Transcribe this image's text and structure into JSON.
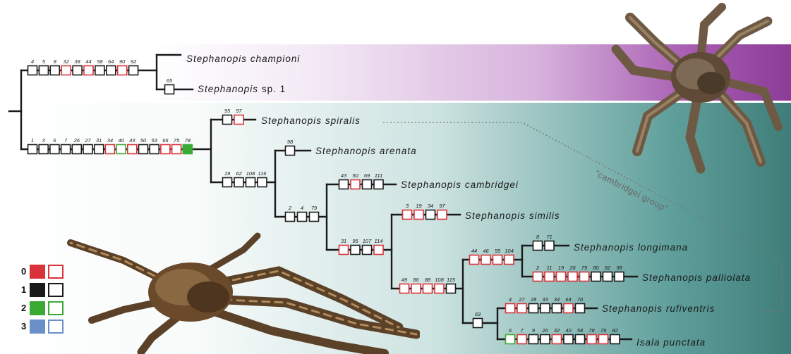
{
  "taxa": {
    "championi": {
      "genus": "Stephanopis",
      "epithet": "championi"
    },
    "sp1": {
      "genus": "Stephanopis",
      "epithet": "sp. 1"
    },
    "spiralis": {
      "genus": "Stephanopis",
      "epithet": "spiralis"
    },
    "arenata": {
      "genus": "Stephanopis",
      "epithet": "arenata"
    },
    "cambridgei": {
      "genus": "Stephanopis",
      "epithet": "cambridgei"
    },
    "similis": {
      "genus": "Stephanopis",
      "epithet": "similis"
    },
    "longimana": {
      "genus": "Stephanopis",
      "epithet": "longimana"
    },
    "palliolata": {
      "genus": "Stephanopis",
      "epithet": "palliolata"
    },
    "rufiventris": {
      "genus": "Stephanopis",
      "epithet": "rufiventris"
    },
    "punctata": {
      "genus": "Isala",
      "epithet": "punctata"
    }
  },
  "group_label": "\"cambridgei group\"",
  "state_colors": {
    "0": "#d9333a",
    "1": "#1a1a1a",
    "2": "#3aaa35",
    "3": "#6b8fc9"
  },
  "legend": [
    {
      "state": "0",
      "color": "#d9333a"
    },
    {
      "state": "1",
      "color": "#1a1a1a"
    },
    {
      "state": "2",
      "color": "#3aaa35"
    },
    {
      "state": "3",
      "color": "#6b8fc9"
    }
  ],
  "branches": {
    "b_clade_a": [
      {
        "n": "4",
        "s": "1"
      },
      {
        "n": "5",
        "s": "1"
      },
      {
        "n": "8",
        "s": "1"
      },
      {
        "n": "32",
        "s": "0"
      },
      {
        "n": "38",
        "s": "1"
      },
      {
        "n": "44",
        "s": "0"
      },
      {
        "n": "58",
        "s": "1"
      },
      {
        "n": "64",
        "s": "1"
      },
      {
        "n": "90",
        "s": "0"
      },
      {
        "n": "92",
        "s": "1"
      }
    ],
    "b_sp1": [
      {
        "n": "65",
        "s": "1"
      }
    ],
    "b_clade_b": [
      {
        "n": "1",
        "s": "1"
      },
      {
        "n": "3",
        "s": "1"
      },
      {
        "n": "6",
        "s": "1"
      },
      {
        "n": "7",
        "s": "1"
      },
      {
        "n": "26",
        "s": "1"
      },
      {
        "n": "27",
        "s": "1"
      },
      {
        "n": "31",
        "s": "1"
      },
      {
        "n": "34",
        "s": "0"
      },
      {
        "n": "40",
        "s": "2"
      },
      {
        "n": "43",
        "s": "0"
      },
      {
        "n": "50",
        "s": "1"
      },
      {
        "n": "53",
        "s": "1"
      },
      {
        "n": "66",
        "s": "0"
      },
      {
        "n": "75",
        "s": "0"
      },
      {
        "n": "78",
        "s": "2",
        "filled": true
      }
    ],
    "b_spiralis": [
      {
        "n": "95",
        "s": "1"
      },
      {
        "n": "97",
        "s": "0"
      }
    ],
    "b_clade_c": [
      {
        "n": "19",
        "s": "1"
      },
      {
        "n": "62",
        "s": "1"
      },
      {
        "n": "108",
        "s": "1"
      },
      {
        "n": "116",
        "s": "1"
      }
    ],
    "b_arenata": [
      {
        "n": "98",
        "s": "1"
      }
    ],
    "b_clade_d": [
      {
        "n": "2",
        "s": "1"
      },
      {
        "n": "4",
        "s": "1"
      },
      {
        "n": "79",
        "s": "1"
      }
    ],
    "b_cambridgei": [
      {
        "n": "43",
        "s": "1"
      },
      {
        "n": "50",
        "s": "0"
      },
      {
        "n": "69",
        "s": "1"
      },
      {
        "n": "111",
        "s": "1"
      }
    ],
    "b_clade_e": [
      {
        "n": "31",
        "s": "0"
      },
      {
        "n": "95",
        "s": "1"
      },
      {
        "n": "107",
        "s": "1"
      },
      {
        "n": "114",
        "s": "0"
      }
    ],
    "b_similis": [
      {
        "n": "3",
        "s": "0"
      },
      {
        "n": "19",
        "s": "0"
      },
      {
        "n": "34",
        "s": "1"
      },
      {
        "n": "97",
        "s": "0"
      }
    ],
    "b_clade_f": [
      {
        "n": "49",
        "s": "0"
      },
      {
        "n": "86",
        "s": "0"
      },
      {
        "n": "88",
        "s": "0"
      },
      {
        "n": "108",
        "s": "0"
      },
      {
        "n": "115",
        "s": "1"
      }
    ],
    "b_clade_g": [
      {
        "n": "44",
        "s": "0"
      },
      {
        "n": "46",
        "s": "0"
      },
      {
        "n": "55",
        "s": "0"
      },
      {
        "n": "104",
        "s": "0"
      }
    ],
    "b_longimana": [
      {
        "n": "8",
        "s": "1"
      },
      {
        "n": "71",
        "s": "1"
      }
    ],
    "b_palliolata": [
      {
        "n": "2",
        "s": "0"
      },
      {
        "n": "11",
        "s": "0"
      },
      {
        "n": "19",
        "s": "0"
      },
      {
        "n": "26",
        "s": "0"
      },
      {
        "n": "79",
        "s": "0"
      },
      {
        "n": "80",
        "s": "1"
      },
      {
        "n": "82",
        "s": "1"
      },
      {
        "n": "98",
        "s": "1"
      }
    ],
    "b_clade_h": [
      {
        "n": "69",
        "s": "1"
      }
    ],
    "b_rufiventris": [
      {
        "n": "4",
        "s": "0"
      },
      {
        "n": "27",
        "s": "0"
      },
      {
        "n": "28",
        "s": "1"
      },
      {
        "n": "33",
        "s": "1"
      },
      {
        "n": "34",
        "s": "1"
      },
      {
        "n": "64",
        "s": "0"
      },
      {
        "n": "70",
        "s": "1"
      }
    ],
    "b_punctata": [
      {
        "n": "6",
        "s": "2"
      },
      {
        "n": "7",
        "s": "0"
      },
      {
        "n": "9",
        "s": "1"
      },
      {
        "n": "26",
        "s": "1"
      },
      {
        "n": "32",
        "s": "0"
      },
      {
        "n": "40",
        "s": "1"
      },
      {
        "n": "58",
        "s": "1"
      },
      {
        "n": "78",
        "s": "0"
      },
      {
        "n": "79",
        "s": "0"
      },
      {
        "n": "82",
        "s": "1"
      }
    ]
  }
}
